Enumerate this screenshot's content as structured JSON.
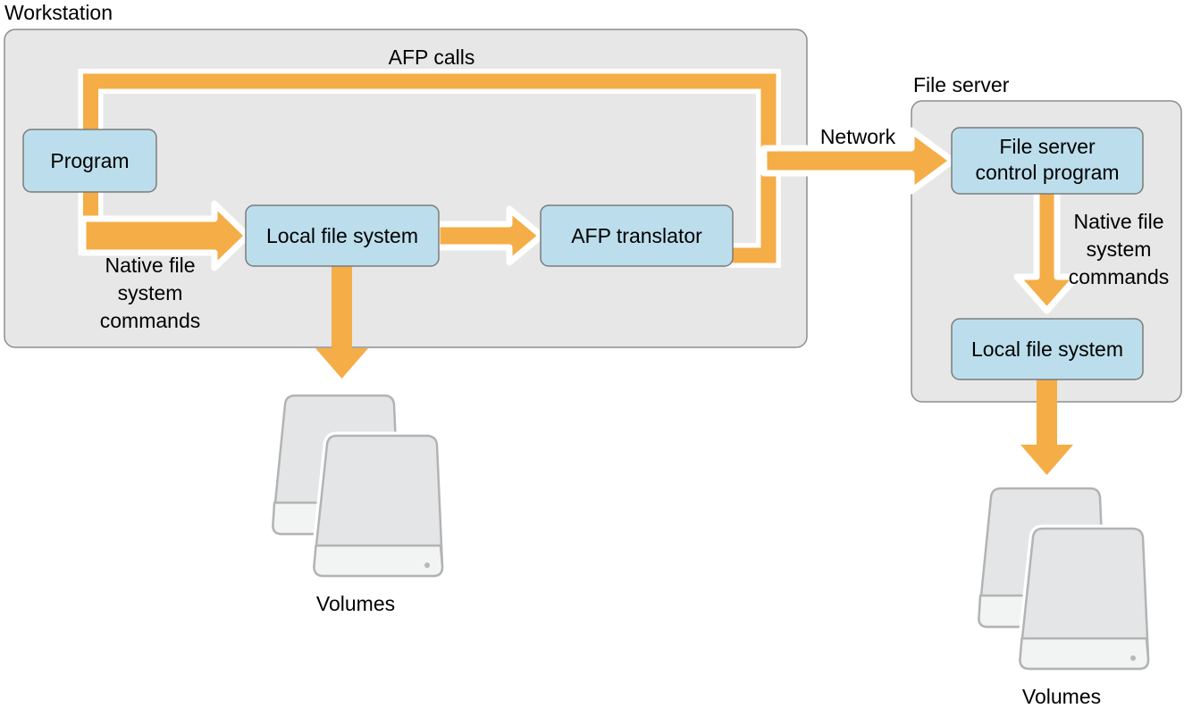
{
  "diagram": {
    "title_alt": "AFP file service architecture",
    "colors": {
      "panel_fill": "#e6e7e6",
      "panel_stroke": "#8d8d8d",
      "box_fill": "#bcdeec",
      "box_stroke": "#7b7b7b",
      "arrow_fill": "#f5ad47",
      "arrow_outline": "#ffffff",
      "text": "#000000",
      "drive_body": "#e4e5e6",
      "drive_front": "#f2f3f3",
      "drive_stroke": "#b3b3b3",
      "background": "#ffffff"
    },
    "panels": [
      {
        "id": "workstation",
        "label": "Workstation"
      },
      {
        "id": "file-server",
        "label": "File server"
      }
    ],
    "boxes": [
      {
        "id": "program",
        "label": "Program"
      },
      {
        "id": "ws-local-file-system",
        "label": "Local file system"
      },
      {
        "id": "afp-translator",
        "label": "AFP translator"
      },
      {
        "id": "fs-control-program",
        "label_line1": "File server",
        "label_line2": "control program"
      },
      {
        "id": "fs-local-file-system",
        "label": "Local file system"
      }
    ],
    "edge_labels": [
      {
        "id": "afp-calls",
        "text": "AFP calls"
      },
      {
        "id": "ws-native-commands",
        "line1": "Native file",
        "line2": "system",
        "line3": "commands"
      },
      {
        "id": "network",
        "text": "Network"
      },
      {
        "id": "fs-native-commands",
        "line1": "Native file",
        "line2": "system",
        "line3": "commands"
      }
    ],
    "captions": [
      {
        "id": "ws-volumes",
        "text": "Volumes"
      },
      {
        "id": "fs-volumes",
        "text": "Volumes"
      }
    ]
  }
}
